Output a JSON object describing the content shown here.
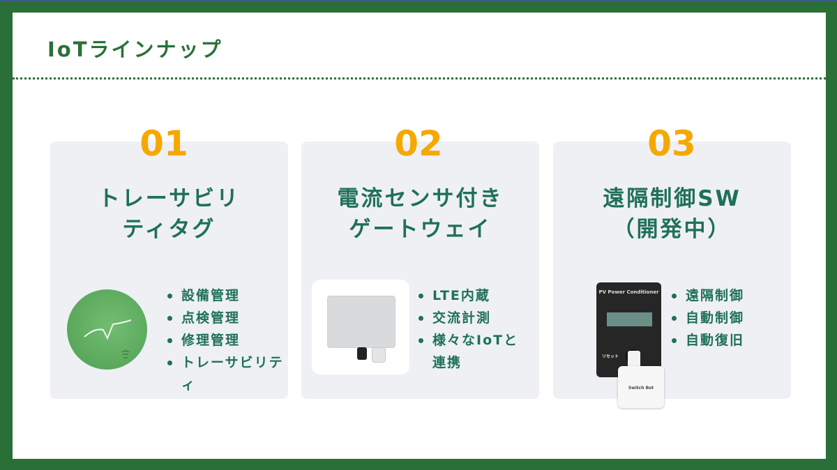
{
  "slide": {
    "title": "IoTラインナップ",
    "colors": {
      "frame": "#2a6f37",
      "title": "#2a7038",
      "number": "#f5a800",
      "text": "#1f7058",
      "card_bg": "#eef0f4"
    }
  },
  "cards": [
    {
      "number": "01",
      "title_line1": "トレーサビリ",
      "title_line2": "ティタグ",
      "image": "green-traceability-tag-icon",
      "bullets": [
        "設備管理",
        "点検管理",
        "修理管理",
        "トレーサビリティ"
      ]
    },
    {
      "number": "02",
      "title_line1": "電流センサ付き",
      "title_line2": "ゲートウェイ",
      "image": "gateway-box-icon",
      "bullets": [
        "LTE内蔵",
        "交流計測",
        "様々なIoTと連携"
      ]
    },
    {
      "number": "03",
      "title_line1": "遠隔制御SW",
      "title_line2": "（開発中）",
      "image": "pv-power-conditioner-switchbot-icon",
      "image_labels": {
        "device": "PV Power Conditioner",
        "reset": "リセット",
        "bot": "Switch Bot"
      },
      "bullets": [
        "遠隔制御",
        "自動制御",
        "自動復旧"
      ]
    }
  ]
}
